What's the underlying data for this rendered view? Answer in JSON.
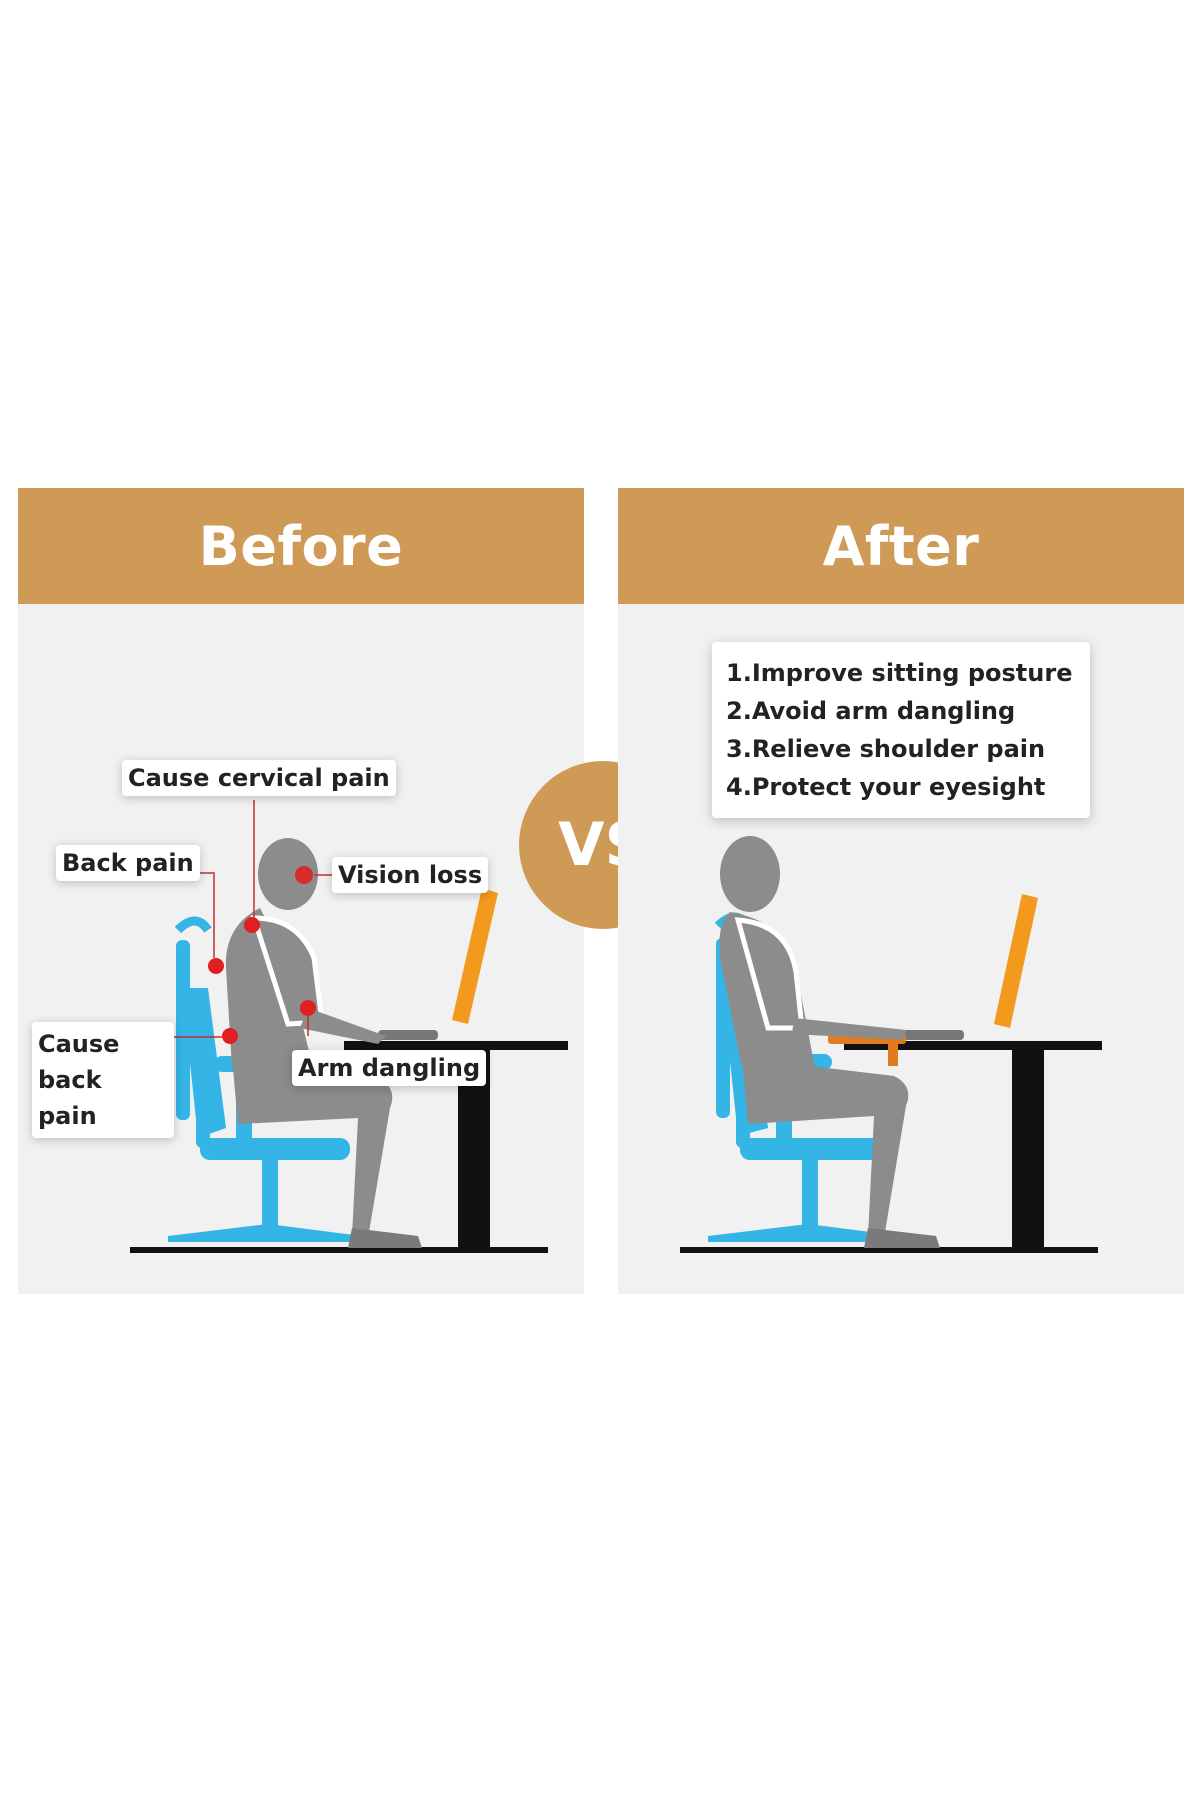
{
  "before": {
    "title": "Before",
    "labels": {
      "cervical": "Cause cervical pain",
      "back": "Back pain",
      "vision": "Vision loss",
      "cause_back": "Cause back pain",
      "arm": "Arm dangling"
    }
  },
  "vs": "VS",
  "after": {
    "title": "After",
    "benefits": [
      "1.Improve sitting posture",
      "2.Avoid arm dangling",
      "3.Relieve shoulder pain",
      "4.Protect your eyesight"
    ]
  },
  "colors": {
    "header": "#cf9a55",
    "panel": "#f1f1f1",
    "chair": "#35b4e6",
    "body": "#8c8c8c",
    "monitor": "#f39a1e",
    "pain_dot": "#e02020"
  }
}
